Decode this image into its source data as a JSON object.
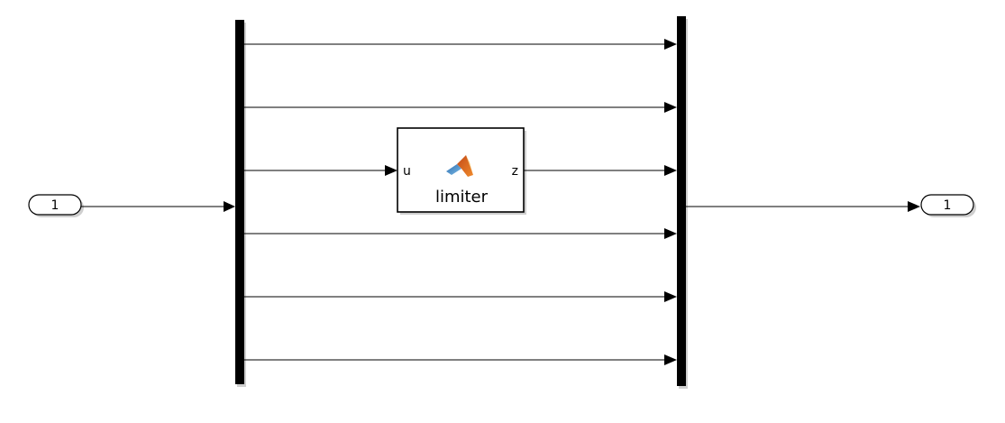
{
  "model": {
    "inport": {
      "number": "1"
    },
    "outport": {
      "number": "1"
    },
    "demux": {
      "outputs": 6
    },
    "mux": {
      "inputs": 6
    },
    "function_block": {
      "name": "limiter",
      "input_port": "u",
      "output_port": "z",
      "icon": "matlab-logo-icon"
    }
  },
  "colors": {
    "line": "#000000",
    "bar": "#000000",
    "shadow": "#cfcfcf",
    "block_bg": "#ffffff"
  }
}
